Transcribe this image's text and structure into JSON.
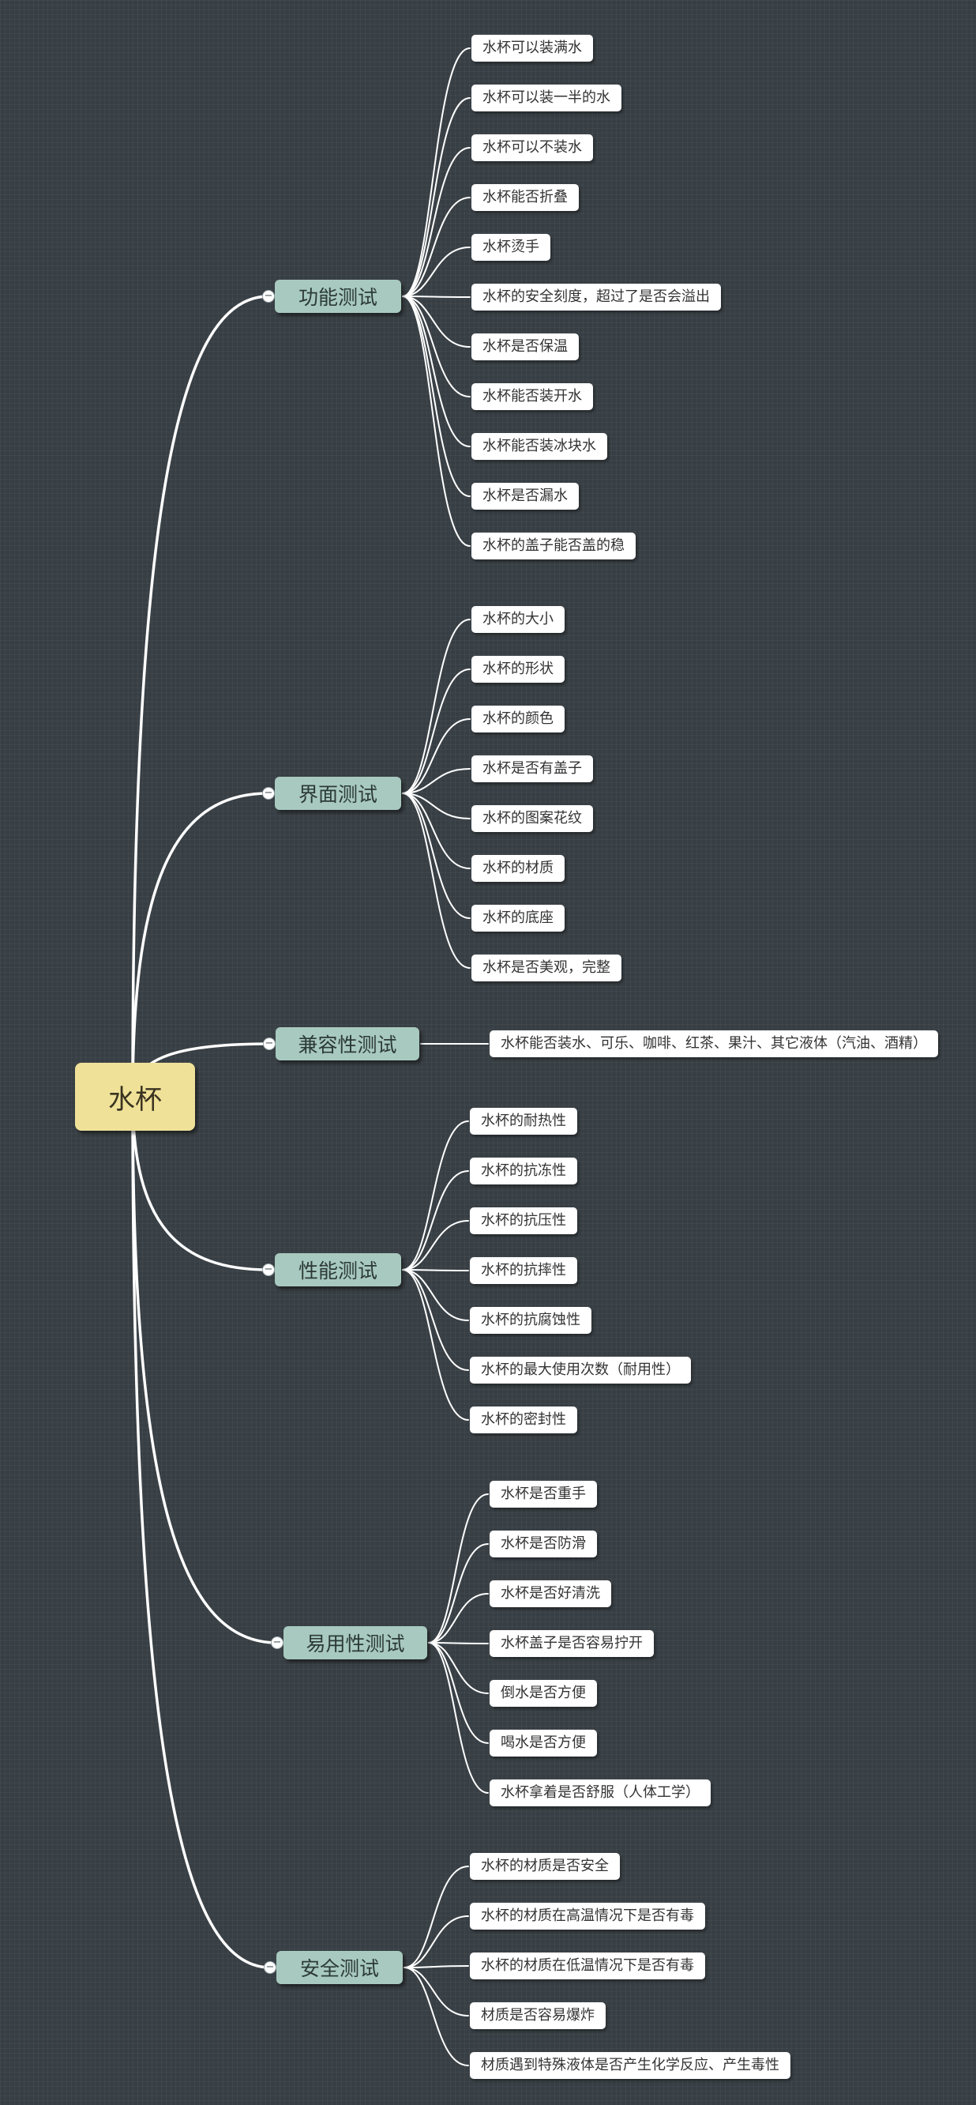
{
  "mindmap": {
    "root": "水杯",
    "collapse_symbol": "−",
    "colors": {
      "background": "#383f44",
      "link": "#ffffff",
      "root_fill": "#efe198",
      "branch_fill": "#a8c9bf",
      "leaf_fill": "#ffffff"
    },
    "branches": [
      {
        "label": "功能测试",
        "items": [
          "水杯可以装满水",
          "水杯可以装一半的水",
          "水杯可以不装水",
          "水杯能否折叠",
          "水杯烫手",
          "水杯的安全刻度，超过了是否会溢出",
          "水杯是否保温",
          "水杯能否装开水",
          "水杯能否装冰块水",
          "水杯是否漏水",
          "水杯的盖子能否盖的稳"
        ]
      },
      {
        "label": "界面测试",
        "items": [
          "水杯的大小",
          "水杯的形状",
          "水杯的颜色",
          "水杯是否有盖子",
          "水杯的图案花纹",
          "水杯的材质",
          "水杯的底座",
          "水杯是否美观，完整"
        ]
      },
      {
        "label": "兼容性测试",
        "items": [
          "水杯能否装水、可乐、咖啡、红茶、果汁、其它液体（汽油、酒精）"
        ]
      },
      {
        "label": "性能测试",
        "items": [
          "水杯的耐热性",
          "水杯的抗冻性",
          "水杯的抗压性",
          "水杯的抗摔性",
          "水杯的抗腐蚀性",
          "水杯的最大使用次数（耐用性）",
          "水杯的密封性"
        ]
      },
      {
        "label": "易用性测试",
        "items": [
          "水杯是否重手",
          "水杯是否防滑",
          "水杯是否好清洗",
          "水杯盖子是否容易拧开",
          "倒水是否方便",
          "喝水是否方便",
          "水杯拿着是否舒服（人体工学）"
        ]
      },
      {
        "label": "安全测试",
        "items": [
          "水杯的材质是否安全",
          "水杯的材质在高温情况下是否有毒",
          "水杯的材质在低温情况下是否有毒",
          "材质是否容易爆炸",
          "材质遇到特殊液体是否产生化学反应、产生毒性"
        ]
      }
    ]
  }
}
